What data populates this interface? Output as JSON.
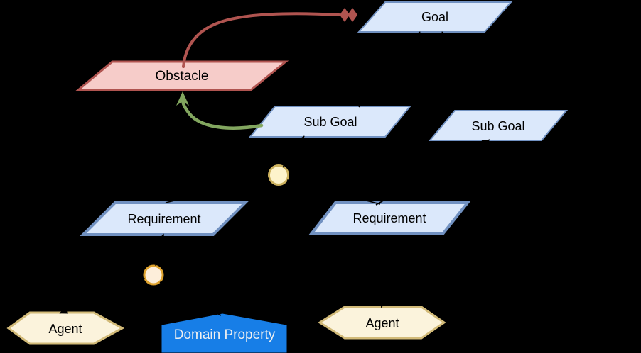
{
  "diagram_type": "kaos-goal-model",
  "nodes": {
    "goal": {
      "label": "Goal"
    },
    "subgoal_left": {
      "label": "Sub Goal"
    },
    "subgoal_right": {
      "label": "Sub Goal"
    },
    "obstacle": {
      "label": "Obstacle"
    },
    "requirement_left": {
      "label": "Requirement"
    },
    "requirement_right": {
      "label": "Requirement"
    },
    "agent_left": {
      "label": "Agent"
    },
    "agent_right": {
      "label": "Agent"
    },
    "domain_property": {
      "label": "Domain Property"
    }
  },
  "edges": [
    {
      "from": "subgoal_left",
      "to": "goal",
      "type": "refinement"
    },
    {
      "from": "subgoal_right",
      "to": "goal",
      "type": "refinement"
    },
    {
      "from": "junction_upper",
      "to": "subgoal_left",
      "type": "refinement"
    },
    {
      "from": "requirement_left",
      "to": "junction_upper",
      "type": "refinement"
    },
    {
      "from": "junction_upper",
      "to": "requirement_right",
      "type": "refinement"
    },
    {
      "from": "requirement_right",
      "to": "subgoal_right",
      "type": "refinement"
    },
    {
      "from": "junction_lower",
      "to": "requirement_left",
      "type": "refinement"
    },
    {
      "from": "junction_lower",
      "to": "agent_left",
      "type": "assignment"
    },
    {
      "from": "junction_lower",
      "to": "domain_property",
      "type": "refinement"
    },
    {
      "from": "requirement_right",
      "to": "agent_right",
      "type": "assignment"
    },
    {
      "from": "obstacle",
      "to": "goal",
      "type": "obstruction"
    },
    {
      "from": "subgoal_left",
      "to": "obstacle",
      "type": "resolution"
    }
  ],
  "colors": {
    "background": "#000000",
    "goal_fill": "#dbe8fb",
    "goal_stroke": "#7191c1",
    "obstacle_fill": "#f6ccc9",
    "obstacle_stroke": "#b05450",
    "requirement_fill": "#dbe8fb",
    "requirement_stroke": "#7191c1",
    "agent_fill": "#fbf3dc",
    "agent_stroke": "#d2ba78",
    "junction_upper_fill": "#fdf3cb",
    "junction_upper_stroke": "#cdb25e",
    "junction_lower_fill": "#fdeeda",
    "junction_lower_stroke": "#dfa32e",
    "domain_property_fill": "#177ee7",
    "domain_property_text": "#f0f0f0",
    "obstruction_arrow": "#b05450",
    "resolution_arrow": "#82a65f",
    "connector": "#000000",
    "label_text": "#000000"
  }
}
